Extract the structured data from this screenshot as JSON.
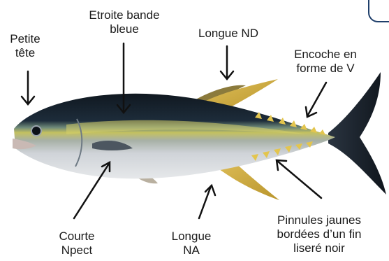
{
  "labels": {
    "petite_tete": [
      "Petite",
      "tête"
    ],
    "etroite_bande": [
      "Etroite bande",
      "bleue"
    ],
    "longue_nd": "Longue ND",
    "encoche": [
      "Encoche en",
      "forme de V"
    ],
    "pinnules": [
      "Pinnules jaunes",
      "bordées d’un fin",
      "liseré noir"
    ],
    "longue_na": [
      "Longue",
      "NA"
    ],
    "courte_npect": [
      "Courte",
      "Npect"
    ]
  },
  "colors": {
    "dorsal_blue": "#16212d",
    "yellow_stripe": "#c8c25a",
    "fin_yellow": "#d9b94a",
    "belly": "#d6d9dd",
    "corner_accent": "#1f3f6b"
  }
}
